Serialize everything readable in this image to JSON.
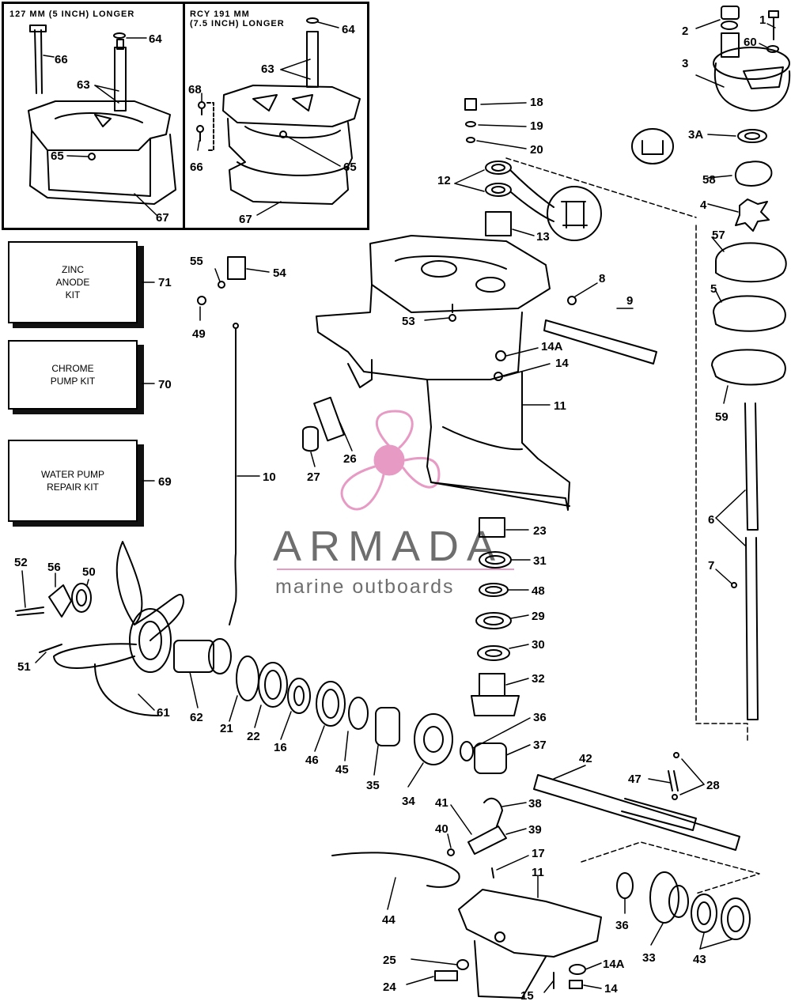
{
  "insets": [
    {
      "title": "127 MM (5 INCH) LONGER"
    },
    {
      "title": "RCY 191 MM\n(7.5 INCH) LONGER"
    }
  ],
  "kits": [
    {
      "label": "ZINC\nANODE\nKIT",
      "number": "71"
    },
    {
      "label": "CHROME\nPUMP KIT",
      "number": "70"
    },
    {
      "label": "WATER PUMP\nREPAIR KIT",
      "number": "69"
    }
  ],
  "watermark": {
    "name": "ARMADA",
    "tagline": "marine outboards",
    "accent": "#e79ac4",
    "text_color": "#6e6e6e"
  },
  "labels": {
    "l66a": "66",
    "l64a": "64",
    "l63a": "63",
    "l65a": "65",
    "l67a": "67",
    "l64b": "64",
    "l63b": "63",
    "l68": "68",
    "l66b": "66",
    "l65b": "65",
    "l67b": "67",
    "l1": "1",
    "l2": "2",
    "l60": "60",
    "l3": "3",
    "l3A": "3A",
    "l58": "58",
    "l4": "4",
    "l57": "57",
    "l5": "5",
    "l59": "59",
    "l6": "6",
    "l7": "7",
    "l18": "18",
    "l19": "19",
    "l20": "20",
    "l12": "12",
    "l13": "13",
    "l55": "55",
    "l54": "54",
    "l49": "49",
    "l53": "53",
    "l8": "8",
    "l9": "9",
    "l14Aa": "14A",
    "l14a": "14",
    "l11a": "11",
    "l26": "26",
    "l27": "27",
    "l10": "10",
    "l23": "23",
    "l31": "31",
    "l48": "48",
    "l29": "29",
    "l30": "30",
    "l32": "32",
    "l52": "52",
    "l56": "56",
    "l50": "50",
    "l51": "51",
    "l61": "61",
    "l62": "62",
    "l21": "21",
    "l22": "22",
    "l16": "16",
    "l46": "46",
    "l45": "45",
    "l35": "35",
    "l34": "34",
    "l36a": "36",
    "l37": "37",
    "l42": "42",
    "l47": "47",
    "l28": "28",
    "l38": "38",
    "l41": "41",
    "l40": "40",
    "l39": "39",
    "l17": "17",
    "l11b": "11",
    "l44": "44",
    "l25": "25",
    "l24": "24",
    "l15": "15",
    "l14Ab": "14A",
    "l14b": "14",
    "l36b": "36",
    "l33": "33",
    "l43": "43"
  }
}
